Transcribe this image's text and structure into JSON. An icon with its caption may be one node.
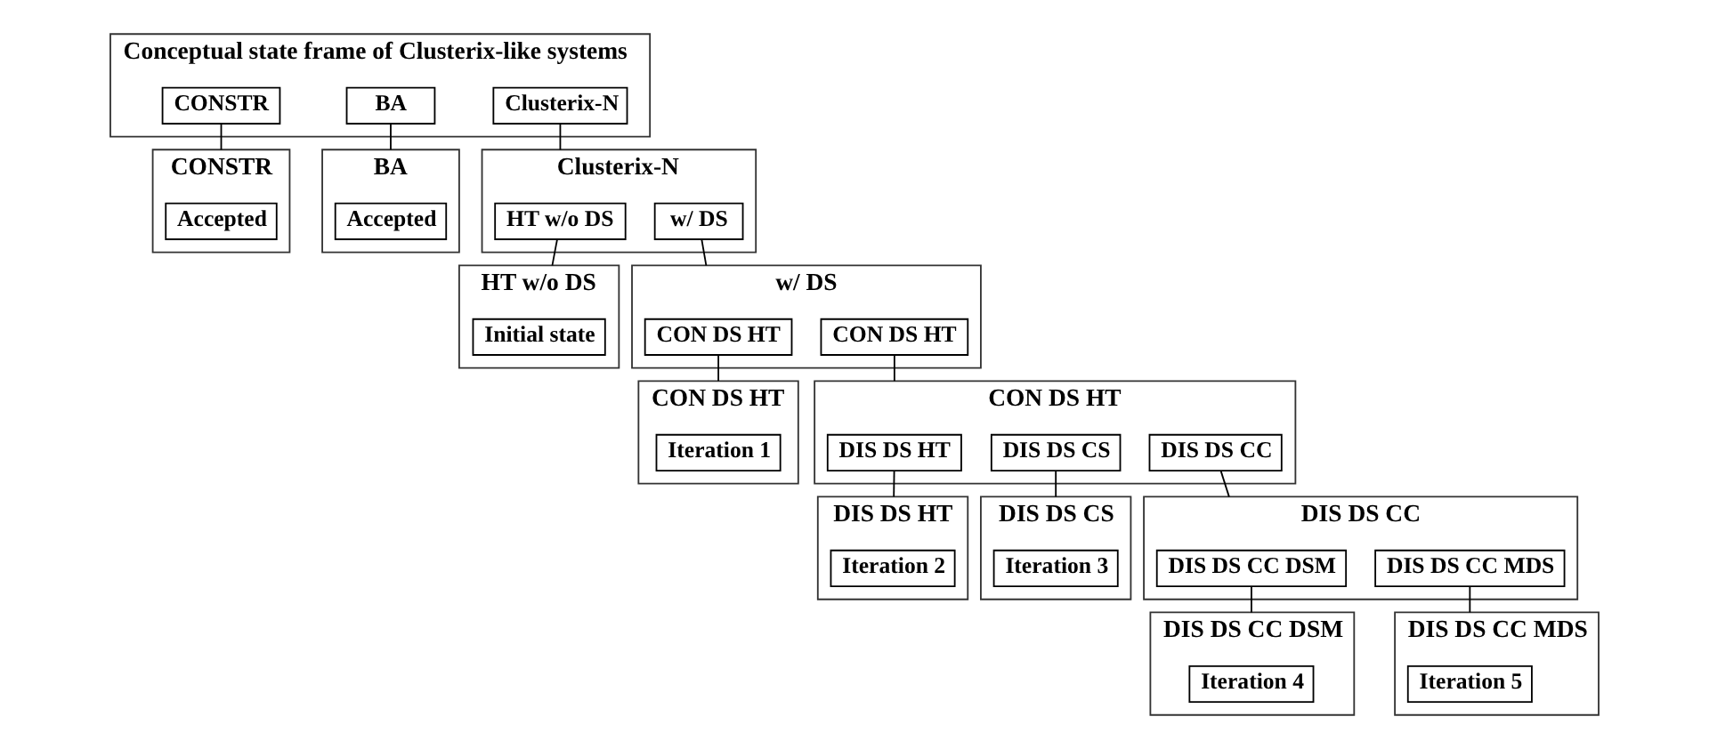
{
  "diagram": {
    "nodes": [
      {
        "text": [
          "Conceptual state frame of Clusterix-like systems"
        ]
      },
      {
        "text": [
          "CONSTR"
        ],
        "in": 0
      },
      {
        "text": [
          "BA"
        ],
        "in": 0
      },
      {
        "text": [
          "Clusterix-N"
        ],
        "in": 0
      },
      {
        "text": [
          "CONSTR"
        ]
      },
      {
        "text": [
          "Accepted"
        ],
        "in": 4
      },
      {
        "text": [
          "BA"
        ]
      },
      {
        "text": [
          "Accepted"
        ],
        "in": 6
      },
      {
        "text": [
          "Clusterix-N"
        ]
      },
      {
        "text": [
          "HT w/o DS"
        ],
        "in": 8
      },
      {
        "text": [
          "w/ DS"
        ],
        "in": 8
      },
      {
        "text": [
          "HT w/o DS"
        ]
      },
      {
        "text": [
          "Initial state"
        ],
        "in": 11
      },
      {
        "text": [
          "w/ DS"
        ]
      },
      {
        "text": [
          "CON DS HT"
        ],
        "in": 13
      },
      {
        "text": [
          "CON DS HT"
        ],
        "in": 13
      },
      {
        "text": [
          "CON DS HT"
        ]
      },
      {
        "text": [
          "Iteration 1"
        ],
        "in": 16
      },
      {
        "text": [
          "CON DS HT"
        ]
      },
      {
        "text": [
          "DIS DS HT"
        ],
        "in": 18
      },
      {
        "text": [
          "DIS DS CS"
        ],
        "in": 18
      },
      {
        "text": [
          "DIS DS CC"
        ],
        "in": 18
      },
      {
        "text": [
          "DIS DS HT"
        ]
      },
      {
        "text": [
          "Iteration 2"
        ],
        "in": 22
      },
      {
        "text": [
          "DIS DS CS"
        ]
      },
      {
        "text": [
          "Iteration 3"
        ],
        "in": 24
      },
      {
        "text": [
          "DIS DS CC"
        ]
      },
      {
        "text": [
          "DIS DS CC DSM"
        ],
        "in": 26
      },
      {
        "text": [
          "DIS DS CC MDS"
        ],
        "in": 26
      },
      {
        "text": [
          "DIS DS CC DSM"
        ]
      },
      {
        "text": [
          "Iteration 4"
        ],
        "in": 29
      },
      {
        "text": [
          "DIS DS CC MDS"
        ]
      },
      {
        "text": [
          "Iteration 5"
        ],
        "in": 31
      }
    ],
    "edges": [
      {
        "from": 1,
        "to": 4,
        "arrow": "none"
      },
      {
        "from": 2,
        "to": 6,
        "arrow": "none"
      },
      {
        "from": 3,
        "to": 8,
        "arrow": "none"
      },
      {
        "from": 9,
        "to": 11,
        "arrow": "none"
      },
      {
        "from": 10,
        "to": 13,
        "arrow": "none"
      },
      {
        "from": 14,
        "to": 16,
        "arrow": "none"
      },
      {
        "from": 15,
        "to": 18,
        "arrow": "none"
      },
      {
        "from": 19,
        "to": 22,
        "arrow": "none"
      },
      {
        "from": 20,
        "to": 24,
        "arrow": "none"
      },
      {
        "from": 21,
        "to": 26,
        "arrow": "none"
      },
      {
        "from": 27,
        "to": 29,
        "arrow": "none"
      },
      {
        "from": 28,
        "to": 31,
        "arrow": "none"
      }
    ]
  }
}
